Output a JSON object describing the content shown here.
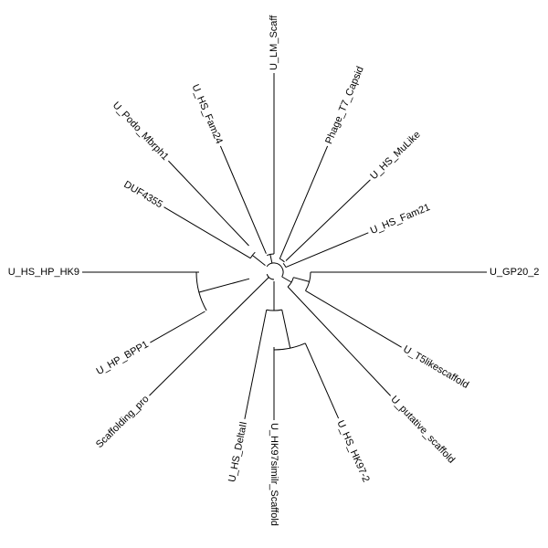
{
  "tree": {
    "line_color": "#000000",
    "background": "#ffffff",
    "leaves": [
      {
        "id": "gp20",
        "label": "U_GP20_2"
      },
      {
        "id": "t5like",
        "label": "U_T5likescaffold"
      },
      {
        "id": "putative",
        "label": "U_putative_scaffold"
      },
      {
        "id": "hk97_2",
        "label": "U_HS_HK97-2"
      },
      {
        "id": "hk97sim",
        "label": "U_HK97similr_Scaffold"
      },
      {
        "id": "delta",
        "label": "U_HS_DeltaII"
      },
      {
        "id": "scaffpro",
        "label": "Scaffolding_pro"
      },
      {
        "id": "bpp1",
        "label": "U_HP_BPP1"
      },
      {
        "id": "hk9",
        "label": "U_HS_HP_HK9"
      },
      {
        "id": "duf",
        "label": "DUF4355"
      },
      {
        "id": "podo",
        "label": "U_Podo_Mbrph1"
      },
      {
        "id": "fam24",
        "label": "U_HS_Fam24"
      },
      {
        "id": "lm",
        "label": "U_LM_Scaff"
      },
      {
        "id": "t7",
        "label": "Phage_T7_Capsid"
      },
      {
        "id": "mulike",
        "label": "U_HS_MuLike"
      },
      {
        "id": "fam21",
        "label": "U_HS_Fam21"
      }
    ]
  }
}
